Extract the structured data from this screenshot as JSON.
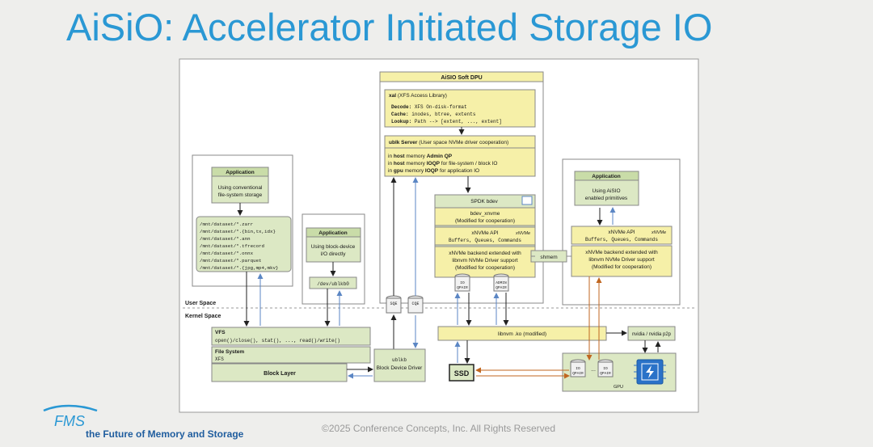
{
  "slide": {
    "title": "AiSiO: Accelerator Initiated Storage IO",
    "footer": "©2025 Conference Concepts, Inc. All Rights Reserved",
    "logo_text": "FMS",
    "logo_tagline": "the Future of Memory and Storage"
  },
  "diagram": {
    "dpu": {
      "title": "AiSIO Soft DPU",
      "xal": {
        "title_bold": "xal",
        "title_rest": " (XFS Access Library)",
        "lines": [
          {
            "key": "Decode:",
            "val": " XFS On-disk-format"
          },
          {
            "key": "Cache:",
            "val": " inodes, btree, extents"
          },
          {
            "key": "Lookup:",
            "val": " Path --> [extent, ..., extent]"
          }
        ]
      },
      "ublk": {
        "title_bold": "ublk Server",
        "title_rest": " (User space NVMe driver cooperation)",
        "lines": [
          {
            "pre": "in ",
            "a": "host",
            "mid": " memory ",
            "b": "Admin QP",
            "post": ""
          },
          {
            "pre": "in ",
            "a": "host",
            "mid": " memory ",
            "b": "IOQP",
            "post": " for file-system / block IO"
          },
          {
            "pre": "in ",
            "a": "gpu",
            "mid": " memory ",
            "b": "IOQP",
            "post": " for application IO"
          }
        ]
      },
      "spdk": "SPDK bdev",
      "bdev_xnvme": "bdev_xnvme",
      "bdev_note": "(Modified for cooperation)",
      "xnvme_api": "xNVMe API",
      "xnvme_api_items": "Buffers, Queues, Commands",
      "backend": [
        "xNVMe backend extended with",
        "libnvm NVMe Driver support",
        "(Modified for cooperation)"
      ],
      "qpair_io": [
        "IO",
        "QPAIR"
      ],
      "qpair_admin": [
        "ADMIN",
        "QPAIR"
      ]
    },
    "sqe": "SQE",
    "cqe": "CQE",
    "app_left": {
      "title": "Application",
      "desc": [
        "Using conventional",
        "file-system storage"
      ],
      "files": [
        "/mnt/dataset/*.zarr",
        "/mnt/dataset/*.{bin,tx,idx}",
        "/mnt/dataset/*.ann",
        "/mnt/dataset/*.tfrecord",
        "/mnt/dataset/*.onnx",
        "/mnt/dataset/*.parquet",
        "/mnt/dataset/*.{jpg,mp4,mkv}"
      ]
    },
    "app_mid": {
      "title": "Application",
      "desc": [
        "Using block-device",
        "I/O directly"
      ],
      "dev": "/dev/ublkb0"
    },
    "app_right": {
      "title": "Application",
      "desc": [
        "Using AiSIO",
        "enabled primitives"
      ],
      "xnvme_api": "xNVMe API",
      "xnvme_api_items": "Buffers, Queues, Commands",
      "backend": [
        "xNVMe backend extended with",
        "libnvm NVMe Driver support",
        "(Modified for cooperation)"
      ]
    },
    "shmem": "shmem",
    "user_space": "User Space",
    "kernel_space": "Kernel Space",
    "vfs": {
      "title": "VFS",
      "calls": "open()/close(), stat(), ..., read()/write()"
    },
    "fs": {
      "title": "File System",
      "sub": "XFS"
    },
    "block_layer": "Block Layer",
    "ublk_driver": {
      "title": "ublkb",
      "sub": "Block Device Driver"
    },
    "libnvm": "libnvm .ko (modified)",
    "p2p": "nvidia / nvidia p2p",
    "ssd": "SSD",
    "gpu": {
      "label": "GPU",
      "qpair_io": [
        "IO",
        "QPAIR"
      ],
      "qpair_admin": [
        "IO",
        "QPAIR"
      ],
      "dots": "..."
    },
    "xnvme_badge": "xNVMe"
  }
}
